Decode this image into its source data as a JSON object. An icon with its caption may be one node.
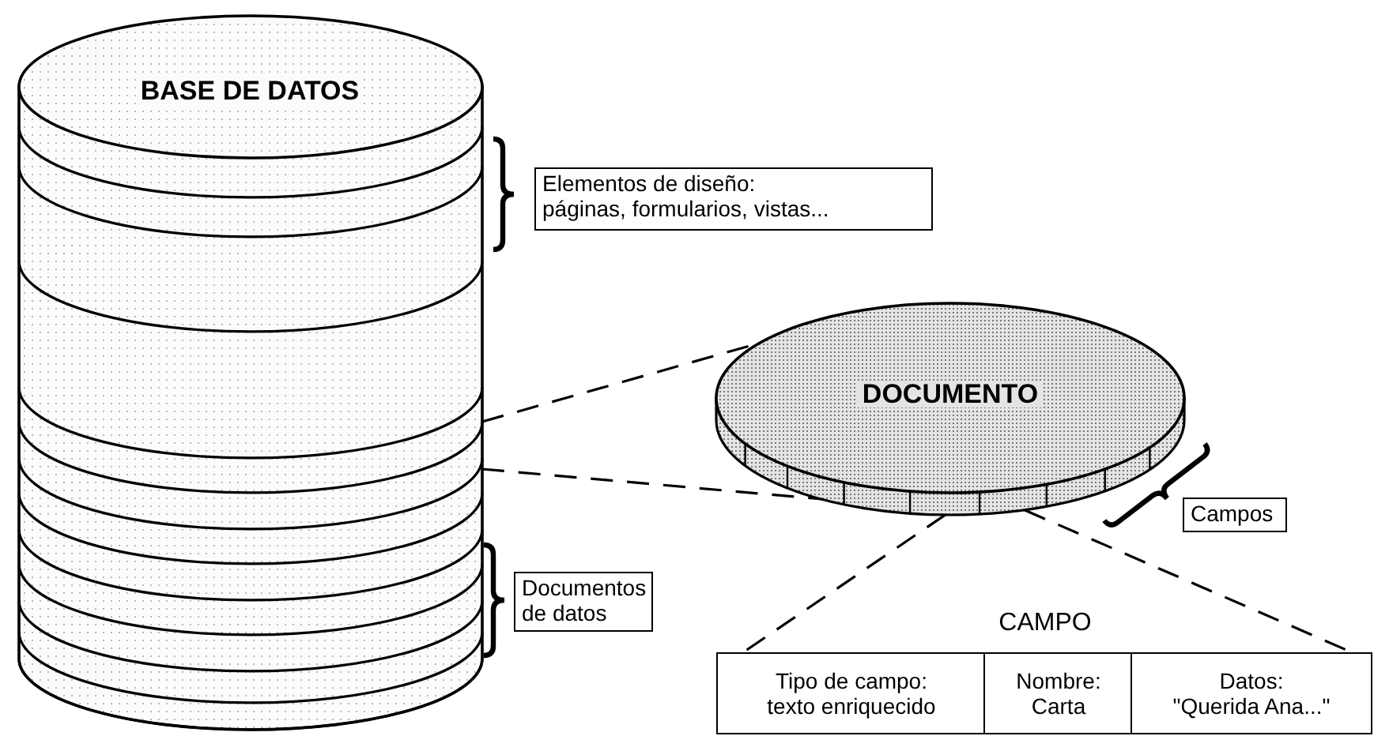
{
  "diagram": {
    "nodes": [
      {
        "text": [
          "BASE DE DATOS"
        ]
      },
      {
        "text": [
          "Elementos de diseño: páginas, formularios, vistas..."
        ]
      },
      {
        "text": [
          "Documentos de datos"
        ]
      },
      {
        "text": [
          "DOCUMENTO"
        ]
      },
      {
        "text": [
          "Campos"
        ]
      },
      {
        "text": [
          "Tipo de campo: texto enriquecido"
        ]
      },
      {
        "text": [
          "Nombre: Carta"
        ]
      },
      {
        "text": [
          "Datos: \"Querida Ana...\""
        ]
      }
    ],
    "edges": [
      {
        "from": 0,
        "to": 3,
        "arrow": "none",
        "style": "dashed"
      },
      {
        "from": 0,
        "to": 3,
        "arrow": "none",
        "style": "dashed"
      },
      {
        "from": 3,
        "to": 5,
        "arrow": "none",
        "style": "dashed"
      },
      {
        "from": 3,
        "to": 7,
        "arrow": "none",
        "style": "dashed"
      }
    ],
    "labels": [
      "CAMPO"
    ]
  }
}
